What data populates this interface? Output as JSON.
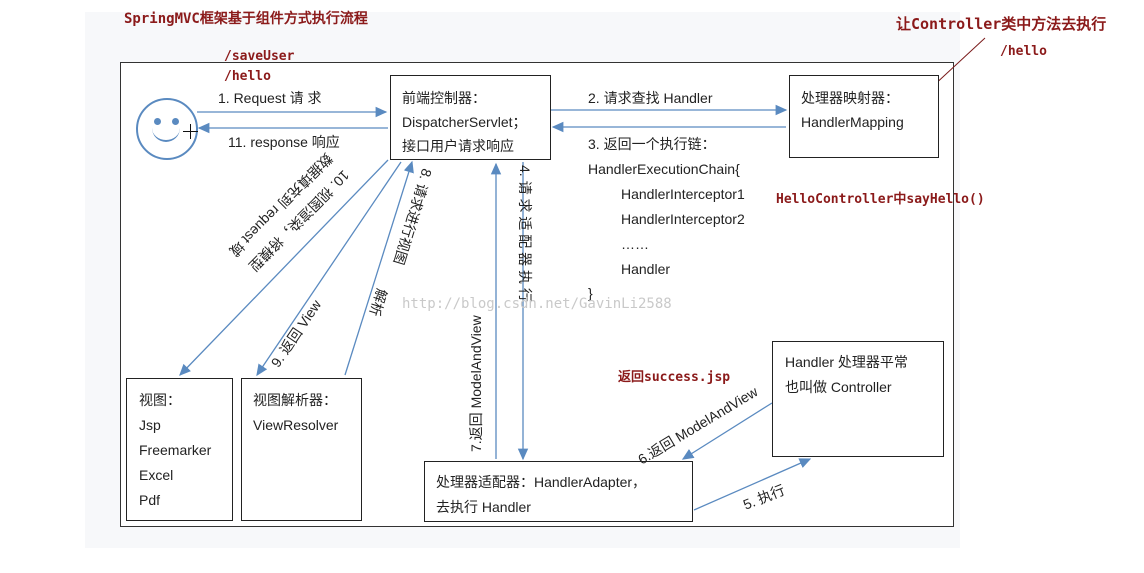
{
  "title": "SpringMVC框架基于组件方式执行流程",
  "annotations": {
    "top_right_note": "让Controller类中方法去执行",
    "hello_right": "/hello",
    "save_user": "/saveUser",
    "hello_left": "/hello",
    "controller_method": "HelloController中sayHello()",
    "return_success": "返回success.jsp"
  },
  "boxes": {
    "front_controller": {
      "line1": "前端控制器：",
      "line2": "DispatcherServlet；",
      "line3": "接口用户请求响应"
    },
    "handler_mapping": {
      "line1": "处理器映射器：",
      "line2": "HandlerMapping"
    },
    "view": {
      "line1": "视图：",
      "items": [
        "Jsp",
        "Freemarker",
        "Excel",
        "Pdf"
      ]
    },
    "view_resolver": {
      "line1": "视图解析器：",
      "line2": "ViewResolver"
    },
    "handler_adapter": {
      "line1": "处理器适配器：HandlerAdapter，",
      "line2": "去执行 Handler"
    },
    "handler": {
      "line1": "Handler 处理器平常",
      "line2": "也叫做 Controller"
    }
  },
  "chain": {
    "step3": "3. 返回一个执行链：",
    "open": "HandlerExecutionChain{",
    "items": [
      "HandlerInterceptor1",
      "HandlerInterceptor2",
      "……",
      "Handler"
    ],
    "close": "}"
  },
  "steps": {
    "s1": "1.   Request  请 求",
    "s11": "11. response  响应",
    "s2": "2. 请求查找 Handler",
    "s4": "4. 请 求 适 配 器 执 行",
    "s5": "5. 执行",
    "s6": "6.返回 ModelAndView",
    "s7": "7.返回 ModelAndView",
    "s8a": "8. 请求进行视图",
    "s8b": "解析",
    "s9": "9. 返回 View",
    "s10a": "10.  视图渲染，将模型",
    "s10b": "数据填充到 request 域"
  },
  "watermark": "http://blog.csdn.net/GavinLi2588"
}
